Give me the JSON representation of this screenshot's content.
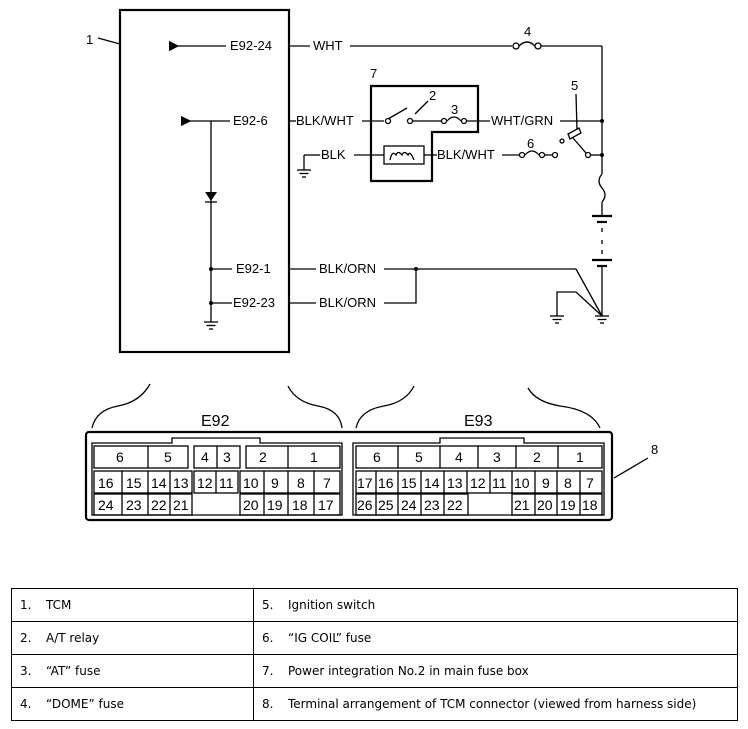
{
  "diagram": {
    "callouts": [
      "1",
      "2",
      "3",
      "4",
      "5",
      "6",
      "7",
      "8"
    ],
    "terminals": {
      "e92_24": "E92-24",
      "e92_6": "E92-6",
      "e92_1": "E92-1",
      "e92_23": "E92-23"
    },
    "wires": {
      "wht": "WHT",
      "blk_wht_1": "BLK/WHT",
      "blk": "BLK",
      "blk_wht_2": "BLK/WHT",
      "wht_grn": "WHT/GRN",
      "blk_orn_1": "BLK/ORN",
      "blk_orn_2": "BLK/ORN"
    }
  },
  "connectors": {
    "e92": {
      "name": "E92",
      "header": [
        "6",
        "5",
        "4",
        "3",
        "2",
        "1"
      ],
      "row1": [
        "16",
        "15",
        "14",
        "13",
        "12",
        "11",
        "10",
        "9",
        "8",
        "7"
      ],
      "row2": [
        "24",
        "23",
        "22",
        "21",
        "20",
        "19",
        "18",
        "17"
      ]
    },
    "e93": {
      "name": "E93",
      "header": [
        "6",
        "5",
        "4",
        "3",
        "2",
        "1"
      ],
      "row1": [
        "17",
        "16",
        "15",
        "14",
        "13",
        "12",
        "11",
        "10",
        "9",
        "8",
        "7"
      ],
      "row2": [
        "26",
        "25",
        "24",
        "23",
        "22",
        "21",
        "20",
        "19",
        "18"
      ]
    }
  },
  "legend": [
    [
      {
        "num": "1.",
        "text": "TCM"
      },
      {
        "num": "5.",
        "text": "Ignition switch"
      }
    ],
    [
      {
        "num": "2.",
        "text": "A/T relay"
      },
      {
        "num": "6.",
        "text": "“IG COIL” fuse"
      }
    ],
    [
      {
        "num": "3.",
        "text": "“AT” fuse"
      },
      {
        "num": "7.",
        "text": "Power integration No.2 in main fuse box"
      }
    ],
    [
      {
        "num": "4.",
        "text": "“DOME” fuse"
      },
      {
        "num": "8.",
        "text": "Terminal arrangement of TCM connector (viewed from harness side)"
      }
    ]
  ]
}
